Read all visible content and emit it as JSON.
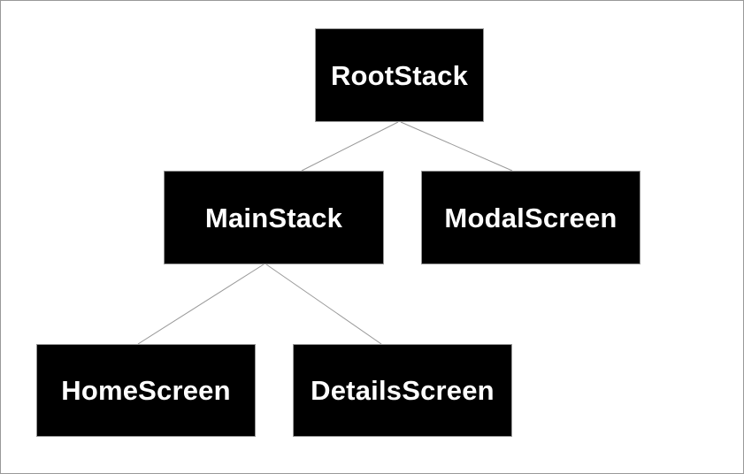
{
  "diagram": {
    "type": "tree",
    "colors": {
      "background": "#ffffff",
      "node_fill": "#000000",
      "node_border": "#999999",
      "node_text": "#ffffff",
      "edge": "#999999",
      "page_border": "#999999"
    },
    "nodes": [
      {
        "id": "root-stack",
        "label": "RootStack"
      },
      {
        "id": "main-stack",
        "label": "MainStack"
      },
      {
        "id": "modal-screen",
        "label": "ModalScreen"
      },
      {
        "id": "home-screen",
        "label": "HomeScreen"
      },
      {
        "id": "details-screen",
        "label": "DetailsScreen"
      }
    ],
    "edges": [
      {
        "from": "RootStack",
        "to": "MainStack"
      },
      {
        "from": "RootStack",
        "to": "ModalScreen"
      },
      {
        "from": "MainStack",
        "to": "HomeScreen"
      },
      {
        "from": "MainStack",
        "to": "DetailsScreen"
      }
    ]
  }
}
